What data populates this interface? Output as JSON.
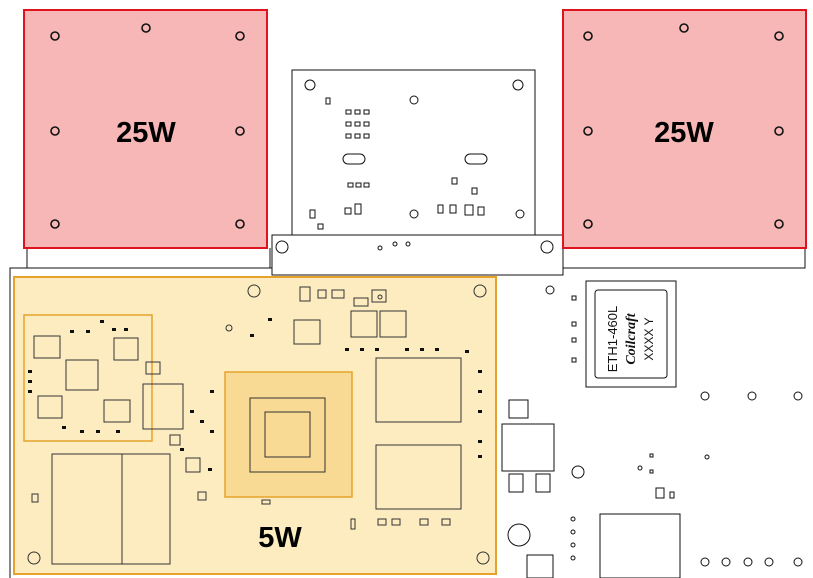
{
  "diagram": {
    "heat_zones": [
      {
        "id": "left-heatsink",
        "label": "25W",
        "fill": "#f7b3b3",
        "stroke": "#e0141e"
      },
      {
        "id": "right-heatsink",
        "label": "25W",
        "fill": "#f7b3b3",
        "stroke": "#e0141e"
      },
      {
        "id": "som-module",
        "label": "5W",
        "fill": "#fbe7b0",
        "stroke": "#e5a32b"
      }
    ],
    "magnetics": {
      "part_number": "ETH1-460L",
      "brand": "Coilcraft",
      "date_code": "XXXX Y"
    },
    "colors": {
      "outline": "#111111",
      "component_fill": "#ffffff",
      "board_fill": "#ffffff"
    }
  }
}
